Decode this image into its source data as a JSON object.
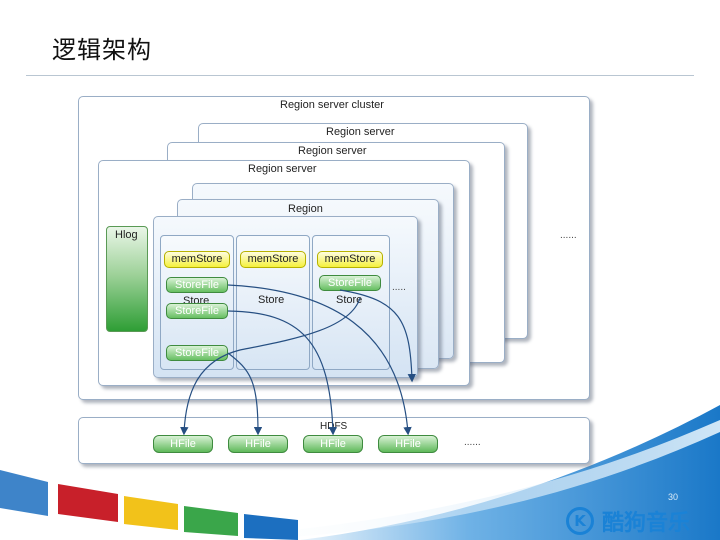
{
  "slide": {
    "title": "逻辑架构",
    "page_number": "30"
  },
  "diagram": {
    "cluster_label": "Region server cluster",
    "region_server_labels": [
      "Region server",
      "Region server",
      "Region server"
    ],
    "region_label": "Region",
    "hlog_label": "Hlog",
    "stores": [
      {
        "label": "Store",
        "memstore": "memStore",
        "storefiles": [
          "StoreFile",
          "StoreFile",
          "StoreFile"
        ]
      },
      {
        "label": "Store",
        "memstore": "memStore",
        "storefiles": []
      },
      {
        "label": "Store",
        "memstore": "memStore",
        "storefiles": [
          "StoreFile"
        ]
      }
    ],
    "store_ellipsis": ".....",
    "cluster_ellipsis": "......",
    "hdfs_label": "HDFS",
    "hfiles": [
      "HFile",
      "HFile",
      "HFile",
      "HFile"
    ],
    "hfile_ellipsis": "......"
  },
  "brand": {
    "logo_letter": "K",
    "name": "酷狗音乐",
    "colors": {
      "primary": "#1a82d6",
      "stripe_red": "#c8202a",
      "stripe_yellow": "#f2c21a",
      "stripe_green": "#3aa64a",
      "stripe_blue": "#1c6fc0"
    }
  }
}
